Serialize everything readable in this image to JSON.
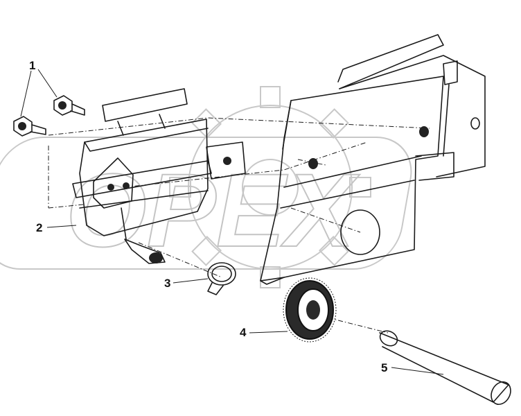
{
  "callouts": [
    {
      "id": "1",
      "label": "1"
    },
    {
      "id": "2",
      "label": "2"
    },
    {
      "id": "3",
      "label": "3"
    },
    {
      "id": "4",
      "label": "4"
    },
    {
      "id": "5",
      "label": "5"
    }
  ],
  "watermark": {
    "text": "OPEX"
  },
  "colors": {
    "line": "#1a1a1a",
    "watermark": "#c8c8c8",
    "background": "#ffffff"
  }
}
